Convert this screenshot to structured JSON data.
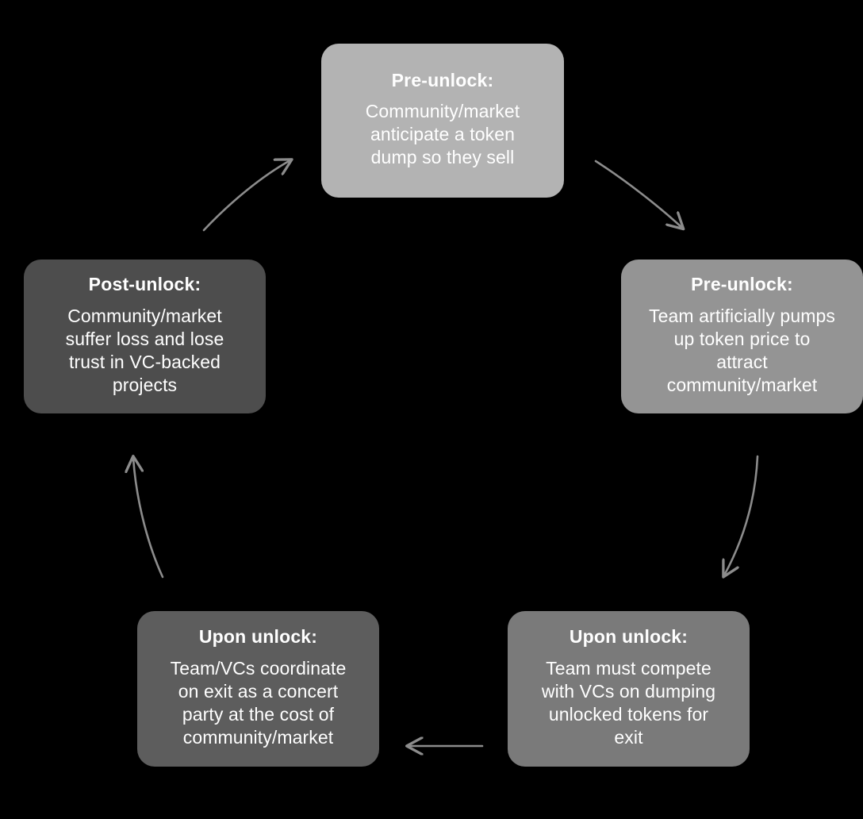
{
  "diagram": {
    "type": "cycle",
    "background_color": "#000000",
    "text_color": "#ffffff",
    "arrow_color": "#8c8c8c",
    "nodes": [
      {
        "id": "node-top",
        "position": "top",
        "title": "Pre-unlock:",
        "body": "Community/market\nanticipate a token\ndump so they sell",
        "fill": "#b3b3b3"
      },
      {
        "id": "node-right",
        "position": "right",
        "title": "Pre-unlock:",
        "body": "Team artificially pumps\nup token price to\nattract\ncommunity/market",
        "fill": "#949494"
      },
      {
        "id": "node-bottomright",
        "position": "bottom-right",
        "title": "Upon unlock:",
        "body": "Team must compete\nwith VCs on dumping\nunlocked tokens for\nexit",
        "fill": "#7a7a7a"
      },
      {
        "id": "node-bottomleft",
        "position": "bottom-left",
        "title": "Upon unlock:",
        "body": "Team/VCs coordinate\non exit as a concert\nparty at the cost of\ncommunity/market",
        "fill": "#5d5d5d"
      },
      {
        "id": "node-left",
        "position": "left",
        "title": "Post-unlock:",
        "body": "Community/market\nsuffer loss and lose\ntrust in VC-backed\nprojects",
        "fill": "#4d4d4d"
      }
    ],
    "arrows": [
      {
        "id": "arrow-top-to-right",
        "from": "node-top",
        "to": "node-right",
        "shape": "curve-down-right"
      },
      {
        "id": "arrow-right-to-bottomright",
        "from": "node-right",
        "to": "node-bottomright",
        "shape": "curve-down-left"
      },
      {
        "id": "arrow-bottomright-to-bottomleft",
        "from": "node-bottomright",
        "to": "node-bottomleft",
        "shape": "straight-left"
      },
      {
        "id": "arrow-bottomleft-to-left",
        "from": "node-bottomleft",
        "to": "node-left",
        "shape": "curve-up-left"
      },
      {
        "id": "arrow-left-to-top",
        "from": "node-left",
        "to": "node-top",
        "shape": "curve-up-right"
      }
    ]
  }
}
